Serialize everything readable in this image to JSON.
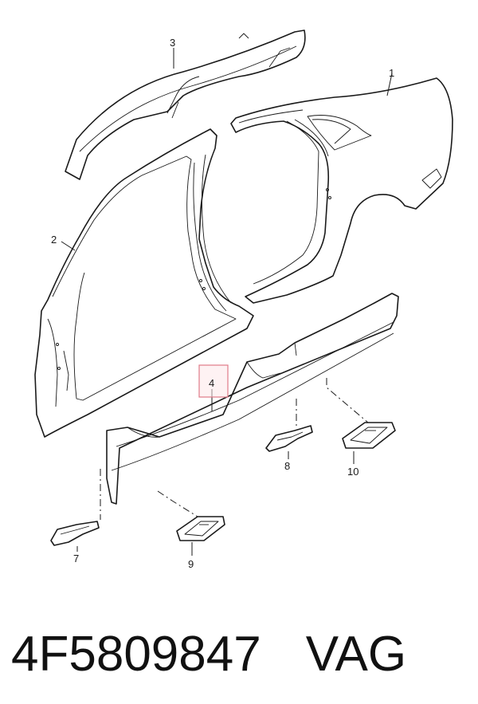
{
  "callouts": [
    "1",
    "2",
    "3",
    "4",
    "7",
    "8",
    "9",
    "10"
  ],
  "highlighted_callout": "4",
  "footer": {
    "part_number": "4F5809847",
    "brand": "VAG"
  },
  "colors": {
    "line": "#1a1a1a",
    "highlight_border": "#e07a88",
    "highlight_fill": "#fde8ea"
  }
}
